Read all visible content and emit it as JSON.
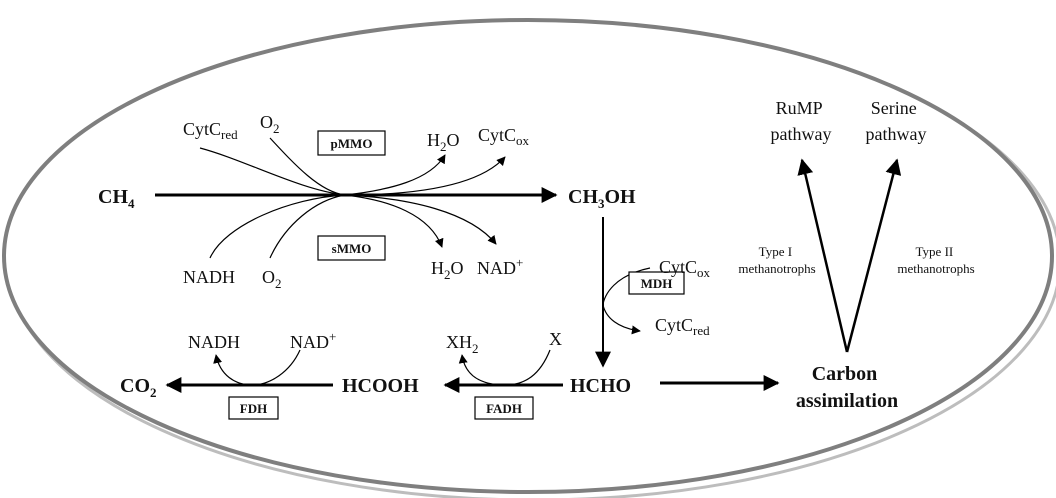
{
  "metabolites": {
    "ch4": {
      "base": "CH",
      "sub": "4"
    },
    "ch3oh": {
      "a": "CH",
      "sub": "3",
      "b": "OH"
    },
    "hcho": "HCHO",
    "hcooh": "HCOOH",
    "co2": {
      "base": "CO",
      "sub": "2"
    },
    "carbon_assimilation": [
      "Carbon",
      "assimilation"
    ]
  },
  "enzymes": {
    "pmmo": "pMMO",
    "smmo": "sMMO",
    "mdh": "MDH",
    "fadh": "FADH",
    "fdh": "FDH"
  },
  "cofactors": {
    "cytc_red_1": {
      "base": "CytC",
      "sub": "red"
    },
    "o2_top": {
      "base": "O",
      "sub": "2"
    },
    "h2o_top": {
      "base": "H",
      "sub": "2",
      "tail": "O"
    },
    "cytc_ox_1": {
      "base": "CytC",
      "sub": "ox"
    },
    "nadh_bottom": "NADH",
    "o2_bottom": {
      "base": "O",
      "sub": "2"
    },
    "h2o_bottom": {
      "base": "H",
      "sub": "2",
      "tail": "O"
    },
    "nad_bottom": {
      "base": "NAD",
      "sup": "+"
    },
    "cytc_ox_2": {
      "base": "CytC",
      "sub": "ox"
    },
    "cytc_red_2": {
      "base": "CytC",
      "sub": "red"
    },
    "xh2": {
      "base": "XH",
      "sub": "2"
    },
    "x": "X",
    "nadh_fdh": "NADH",
    "nad_fdh": {
      "base": "NAD",
      "sup": "+"
    }
  },
  "pathways": {
    "rump": [
      "RuMP",
      "pathway"
    ],
    "serine": [
      "Serine",
      "pathway"
    ],
    "type1": [
      "Type I",
      "methanotrophs"
    ],
    "type2": [
      "Type II",
      "methanotrophs"
    ]
  }
}
